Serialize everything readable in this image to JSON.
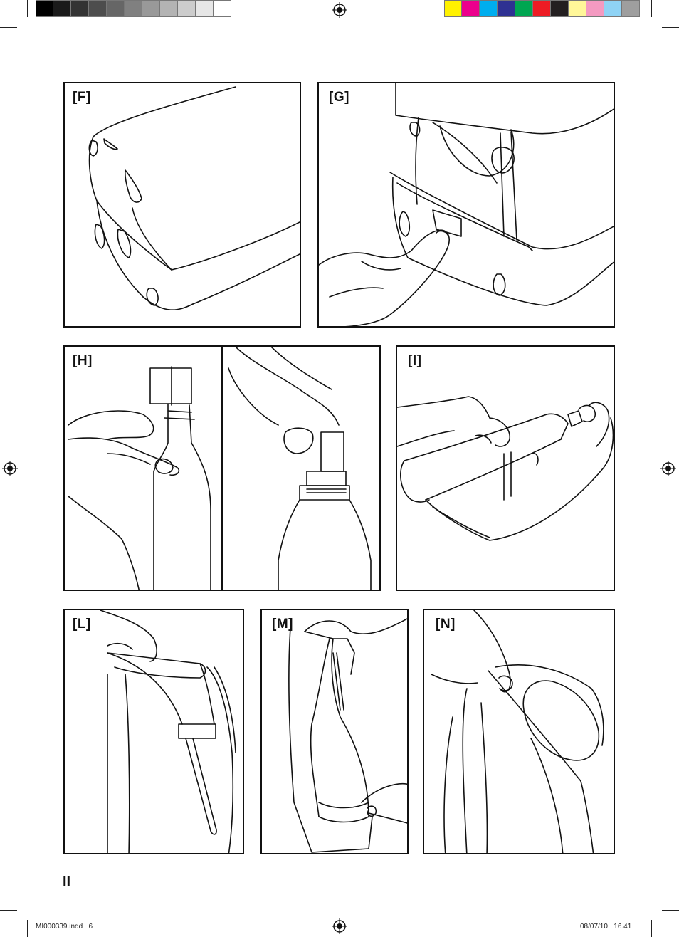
{
  "color_bar": {
    "grays": [
      "#000000",
      "#1a1a1a",
      "#333333",
      "#4d4d4d",
      "#666666",
      "#808080",
      "#999999",
      "#b3b3b3",
      "#cccccc",
      "#e6e6e6",
      "#ffffff"
    ],
    "colors": [
      "#fff200",
      "#ec008c",
      "#00aeef",
      "#2e3192",
      "#00a651",
      "#ed1c24",
      "#231f20",
      "#fff799",
      "#f49ac1",
      "#8fd3f5",
      "#9e9e9e"
    ]
  },
  "panels": {
    "f": {
      "label": "[F]"
    },
    "g": {
      "label": "[G]"
    },
    "h": {
      "label": "[H]"
    },
    "i": {
      "label": "[I]"
    },
    "l": {
      "label": "[L]"
    },
    "m": {
      "label": "[M]"
    },
    "n": {
      "label": "[N]"
    }
  },
  "page_number": "II",
  "slug": {
    "file": "MI000339.indd   6",
    "date": "08/07/10   16.41"
  },
  "icons": {
    "registration": "registration-mark-icon"
  }
}
